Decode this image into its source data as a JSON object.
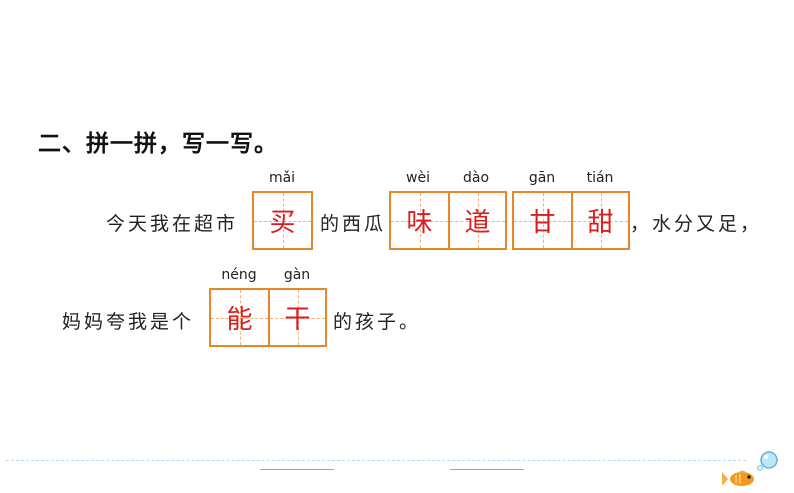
{
  "heading": "二、拼一拼，写一写。",
  "line1": {
    "text_before": "今天我在超市",
    "text_middle": "的西瓜",
    "text_after": "，水分又足，",
    "groups": [
      {
        "pinyin": [
          "mǎi"
        ],
        "chars": [
          "买"
        ]
      },
      {
        "pinyin": [
          "wèi",
          "dào"
        ],
        "chars": [
          "味",
          "道"
        ]
      },
      {
        "pinyin": [
          "gān",
          "tián"
        ],
        "chars": [
          "甘",
          "甜"
        ]
      }
    ]
  },
  "line2": {
    "text_before": "妈妈夸我是个",
    "text_after": "的孩子。",
    "groups": [
      {
        "pinyin": [
          "néng",
          "gàn"
        ],
        "chars": [
          "能",
          "干"
        ]
      }
    ]
  },
  "colors": {
    "box_border": "#e8872a",
    "answer_text": "#d81e1e",
    "footer": "#6fb7dc"
  },
  "icons": [
    "fish-icon",
    "bubble-icon"
  ]
}
